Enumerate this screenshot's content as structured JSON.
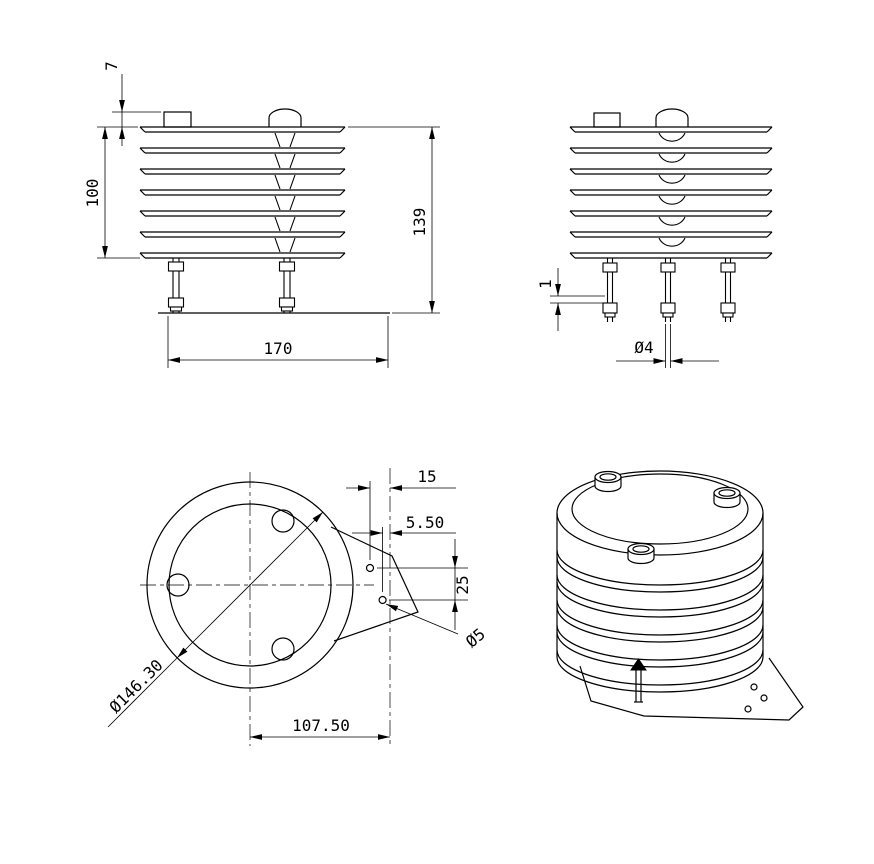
{
  "drawing": {
    "background_color": "#ffffff",
    "line_color": "#000000",
    "views": {
      "front": {
        "dims": {
          "cap_height": "7",
          "louver_stack_height": "100",
          "overall_height": "139",
          "mounting_width": "170"
        }
      },
      "side": {
        "dims": {
          "washer_thickness": "1",
          "bolt_diameter": "Ø4"
        }
      },
      "bottom": {
        "dims": {
          "hole_a_offset": "15",
          "hole_b_offset": "5.50",
          "hole_vertical_spacing": "25",
          "shield_diameter": "Ø146.30",
          "bracket_hole_diameter": "Ø5",
          "bracket_hole_distance": "107.50"
        }
      }
    }
  }
}
